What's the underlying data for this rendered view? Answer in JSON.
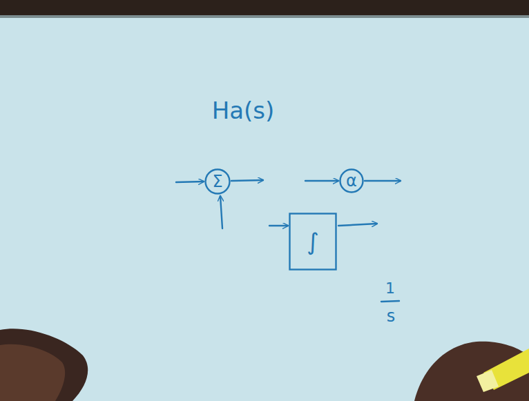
{
  "diagram": {
    "nodes": [
      {
        "text": [
          "Σ"
        ]
      },
      {
        "text": [
          "α"
        ]
      },
      {
        "text": [
          "∫"
        ]
      }
    ],
    "labels": [
      "Ha(s)",
      "1",
      "s"
    ]
  }
}
